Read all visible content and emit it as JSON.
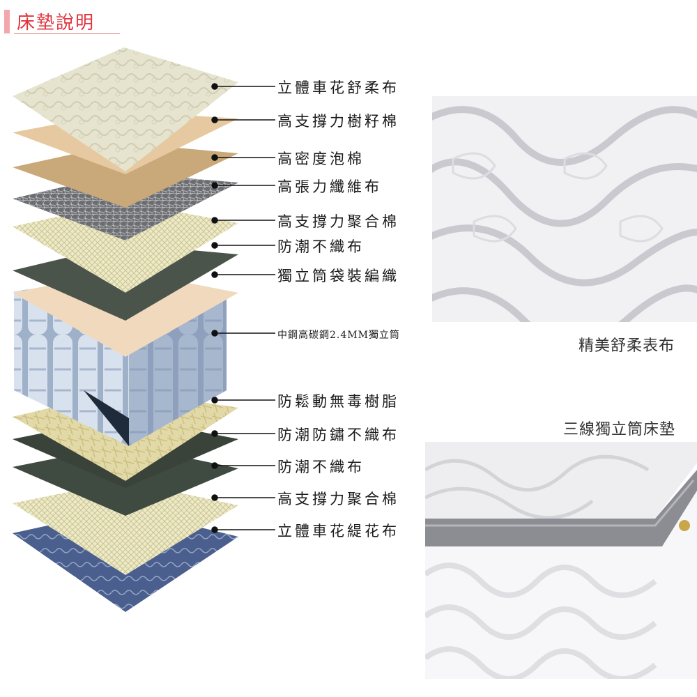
{
  "header": {
    "title": "床墊說明"
  },
  "layers": [
    {
      "id": "l1",
      "label": "立體車花舒柔布"
    },
    {
      "id": "l2",
      "label": "高支撐力樹籽棉"
    },
    {
      "id": "l3",
      "label": "高密度泡棉"
    },
    {
      "id": "l4",
      "label": "高張力纖維布"
    },
    {
      "id": "l5",
      "label": "高支撐力聚合棉"
    },
    {
      "id": "l6",
      "label": "防潮不織布"
    },
    {
      "id": "l7",
      "label": "獨立筒袋裝編織"
    },
    {
      "id": "l8",
      "label": "中鋼高碳鋼2.4MM獨立筒"
    },
    {
      "id": "l9",
      "label": "防鬆動無毒樹脂"
    },
    {
      "id": "l10",
      "label": "防潮防鏽不織布"
    },
    {
      "id": "l11",
      "label": "防潮不織布"
    },
    {
      "id": "l12",
      "label": "高支撐力聚合棉"
    },
    {
      "id": "l13",
      "label": "立體車花緹花布"
    }
  ],
  "photos": {
    "fabric_caption": "精美舒柔表布",
    "mattress_caption": "三線獨立筒床墊"
  }
}
